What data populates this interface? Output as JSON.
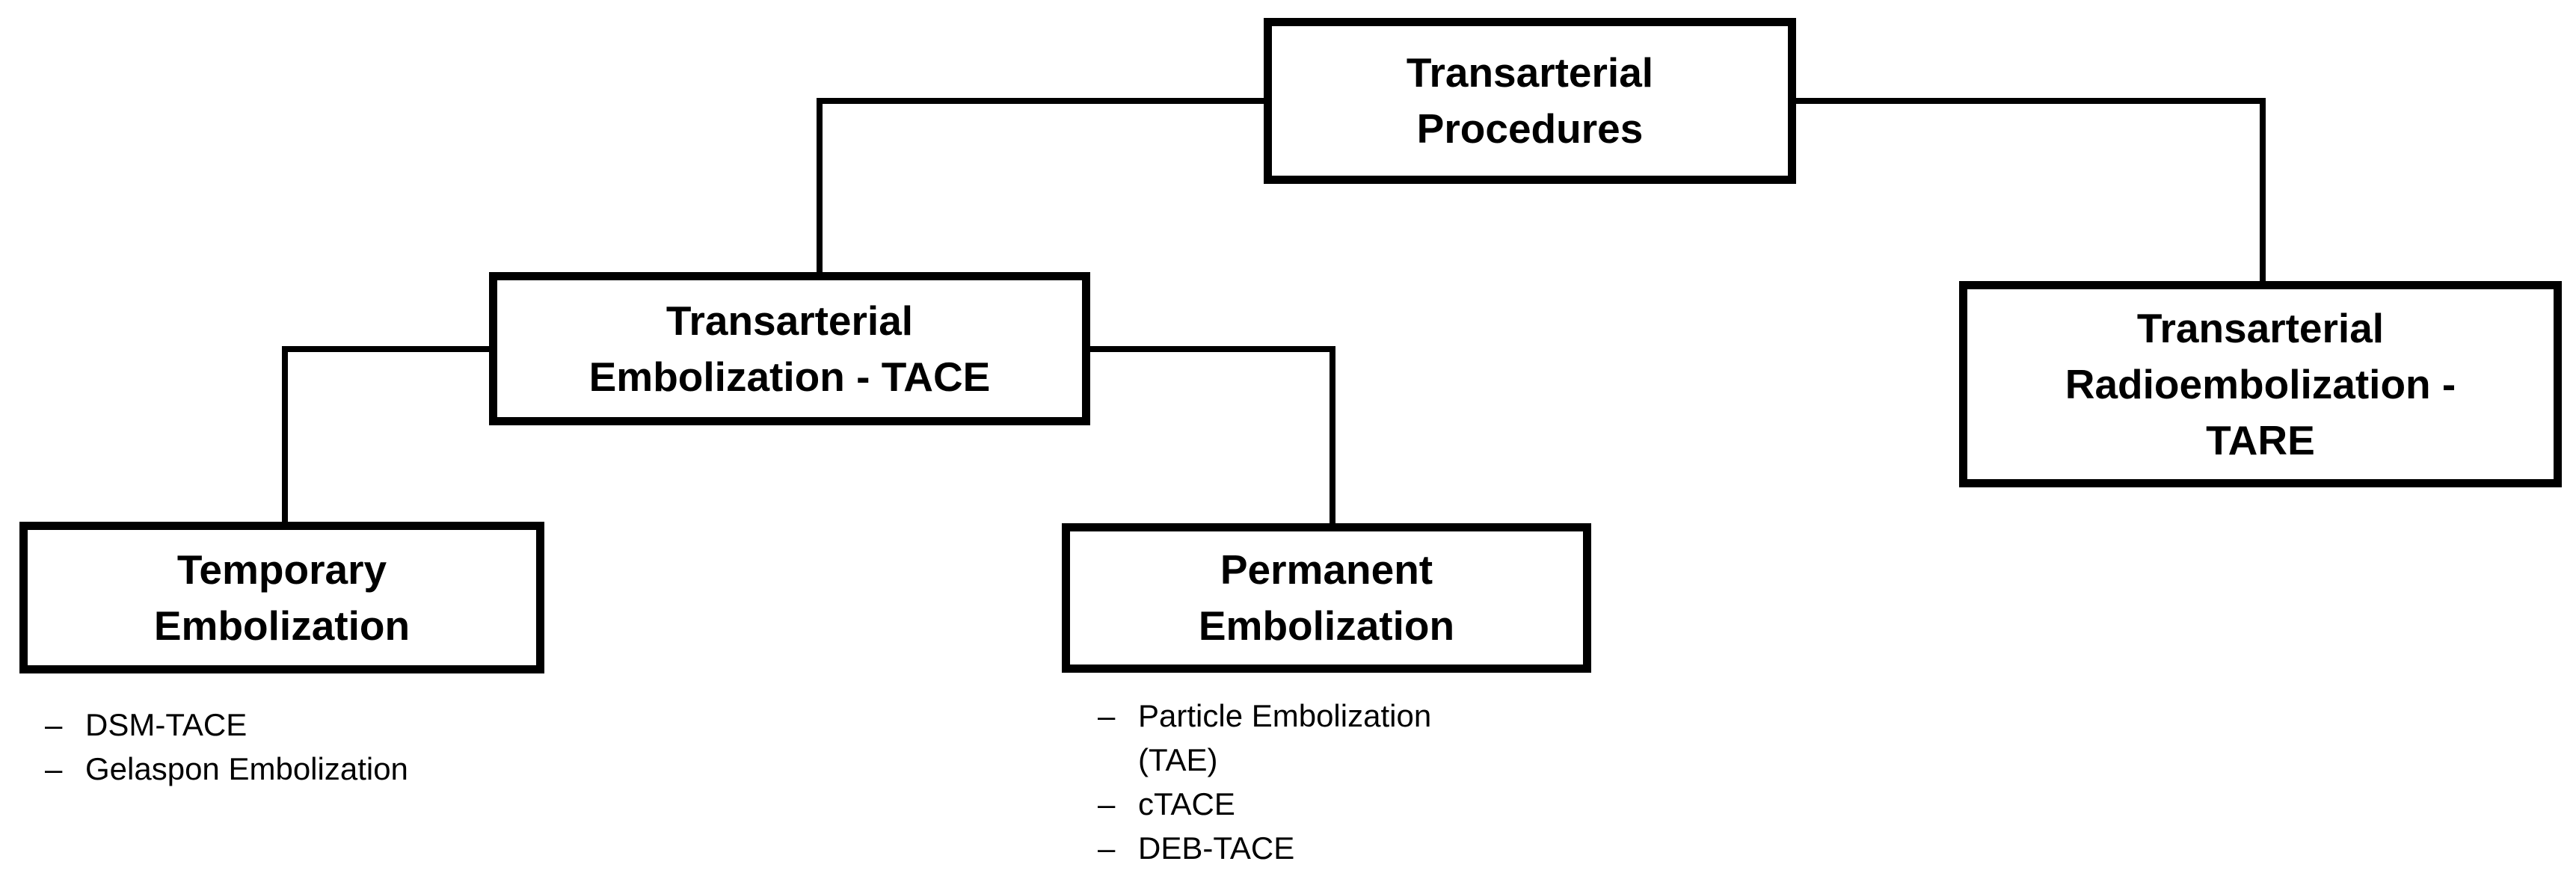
{
  "diagram": {
    "background": "#ffffff",
    "line_color": "#000000",
    "text_color": "#000000",
    "bullet": "–",
    "nodes": {
      "root": {
        "label": "Transarterial Procedures",
        "lines": [
          "Transarterial",
          "Procedures"
        ]
      },
      "tace": {
        "label": "Transarterial Embolization - TACE",
        "lines": [
          "Transarterial",
          "Embolization - TACE"
        ]
      },
      "tare": {
        "label": "Transarterial Radioembolization - TARE",
        "lines": [
          "Transarterial",
          "Radioembolization -",
          "TARE"
        ]
      },
      "temporary": {
        "label": "Temporary Embolization",
        "lines": [
          "Temporary",
          "Embolization"
        ],
        "items": [
          {
            "lines": [
              "DSM-TACE"
            ]
          },
          {
            "lines": [
              "Gelaspon Embolization"
            ]
          }
        ]
      },
      "permanent": {
        "label": "Permanent Embolization",
        "lines": [
          "Permanent",
          "Embolization"
        ],
        "items": [
          {
            "lines": [
              "Particle Embolization",
              "(TAE)"
            ]
          },
          {
            "lines": [
              "cTACE"
            ]
          },
          {
            "lines": [
              "DEB-TACE"
            ]
          }
        ]
      }
    }
  }
}
